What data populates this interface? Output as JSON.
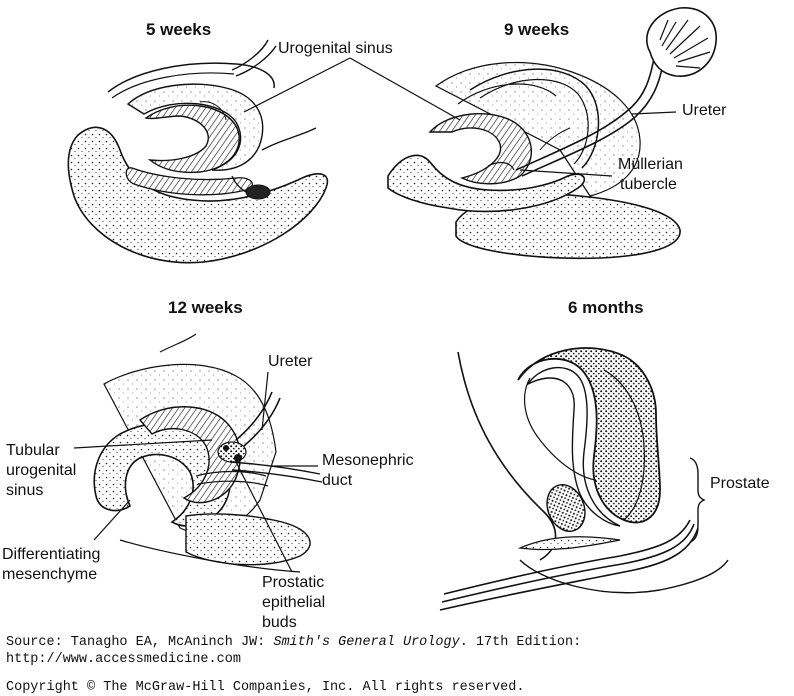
{
  "panels": {
    "p1": {
      "title": "5 weeks"
    },
    "p2": {
      "title": "9 weeks"
    },
    "p3": {
      "title": "12 weeks"
    },
    "p4": {
      "title": "6 months"
    }
  },
  "labels": {
    "urogenital_sinus": "Urogenital sinus",
    "ureter_top": "Ureter",
    "mullerian_1": "Müllerian",
    "mullerian_2": "tubercle",
    "ureter_mid": "Ureter",
    "tubular_1": "Tubular",
    "tubular_2": "urogenital",
    "tubular_3": "sinus",
    "mesonephric_1": "Mesonephric",
    "mesonephric_2": "duct",
    "differentiating_1": "Differentiating",
    "differentiating_2": "mesenchyme",
    "prostatic_1": "Prostatic",
    "prostatic_2": "epithelial",
    "prostatic_3": "buds",
    "prostate": "Prostate"
  },
  "footer": {
    "source_prefix": "Source: Tanagho EA, McAninch JW: ",
    "source_title": "Smith's General Urology",
    "source_suffix": ". 17th Edition:",
    "url": "http://www.accessmedicine.com",
    "copyright": "Copyright © The McGraw-Hill Companies, Inc. All rights reserved."
  }
}
